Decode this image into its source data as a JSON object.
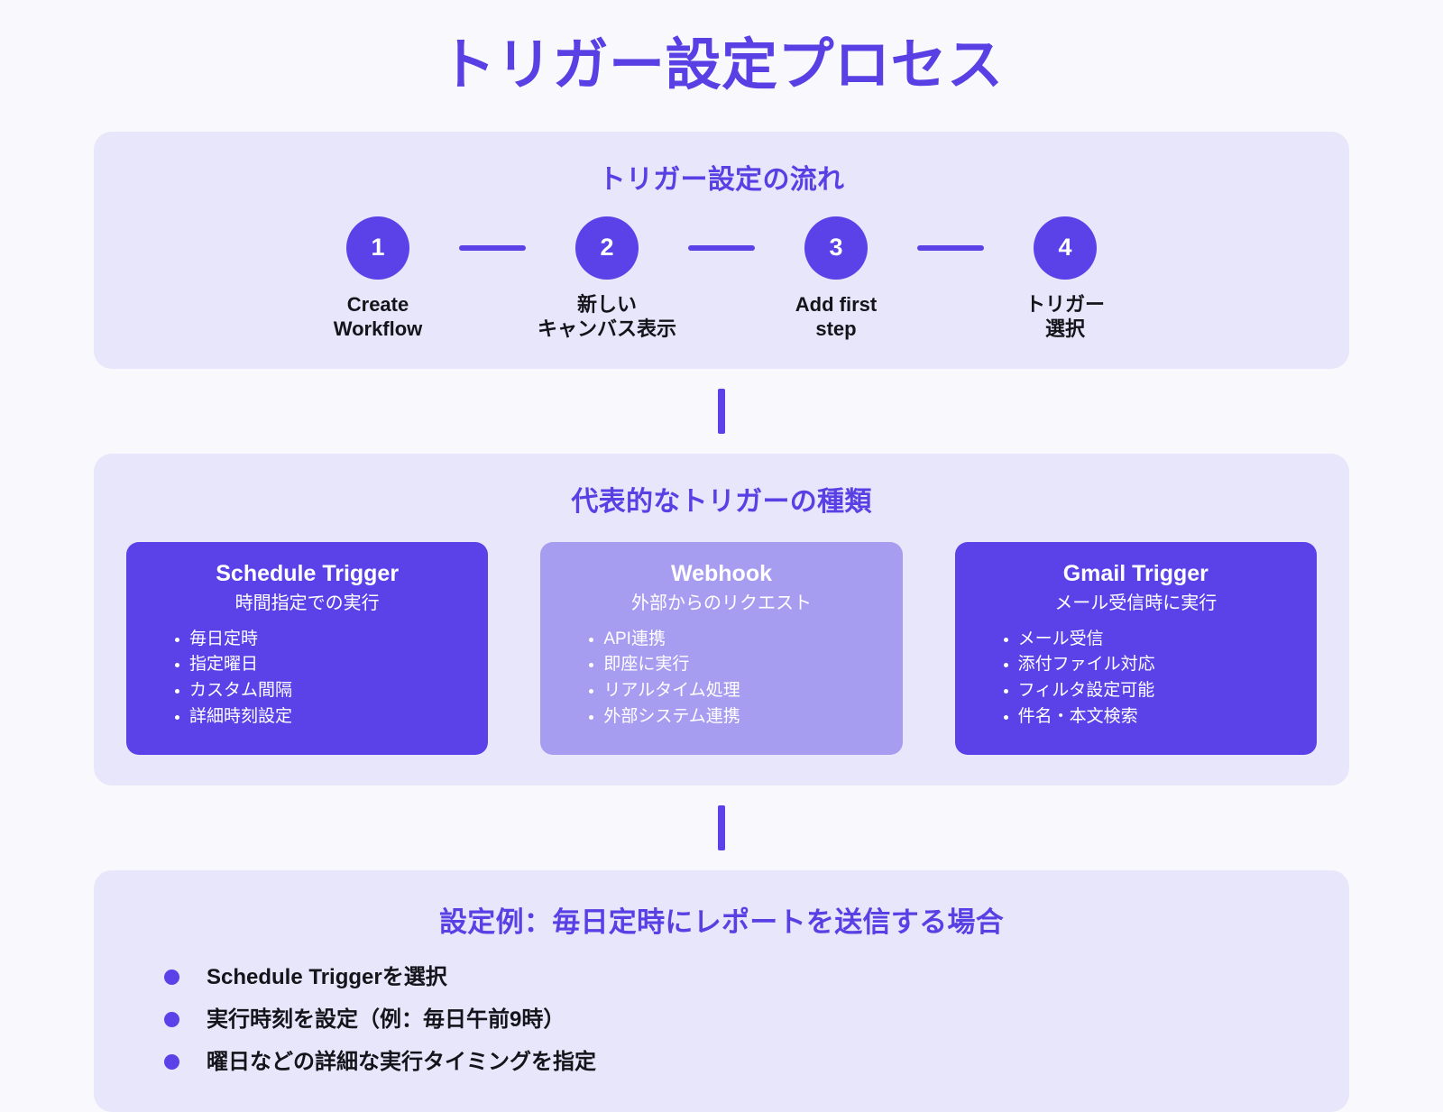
{
  "title": "トリガー設定プロセス",
  "colors": {
    "accent": "#5a42e8",
    "accent_light": "#a79df0",
    "panel_bg": "#e8e6fa",
    "page_bg": "#f9f8fd",
    "text_dark": "#14141a",
    "text_white": "#ffffff"
  },
  "flow_section": {
    "heading": "トリガー設定の流れ",
    "steps": [
      {
        "number": "1",
        "label": "Create\nWorkflow"
      },
      {
        "number": "2",
        "label": "新しい\nキャンバス表示"
      },
      {
        "number": "3",
        "label": "Add first\nstep"
      },
      {
        "number": "4",
        "label": "トリガー\n選択"
      }
    ]
  },
  "triggers_section": {
    "heading": "代表的なトリガーの種類",
    "cards": [
      {
        "title": "Schedule Trigger",
        "subtitle": "時間指定での実行",
        "style": "dark",
        "items": [
          "毎日定時",
          "指定曜日",
          "カスタム間隔",
          "詳細時刻設定"
        ]
      },
      {
        "title": "Webhook",
        "subtitle": "外部からのリクエスト",
        "style": "light",
        "items": [
          "API連携",
          "即座に実行",
          "リアルタイム処理",
          "外部システム連携"
        ]
      },
      {
        "title": "Gmail Trigger",
        "subtitle": "メール受信時に実行",
        "style": "dark",
        "items": [
          "メール受信",
          "添付ファイル対応",
          "フィルタ設定可能",
          "件名・本文検索"
        ]
      }
    ]
  },
  "example_section": {
    "heading": "設定例：毎日定時にレポートを送信する場合",
    "items": [
      "Schedule Triggerを選択",
      "実行時刻を設定（例：毎日午前9時）",
      "曜日などの詳細な実行タイミングを指定"
    ]
  }
}
